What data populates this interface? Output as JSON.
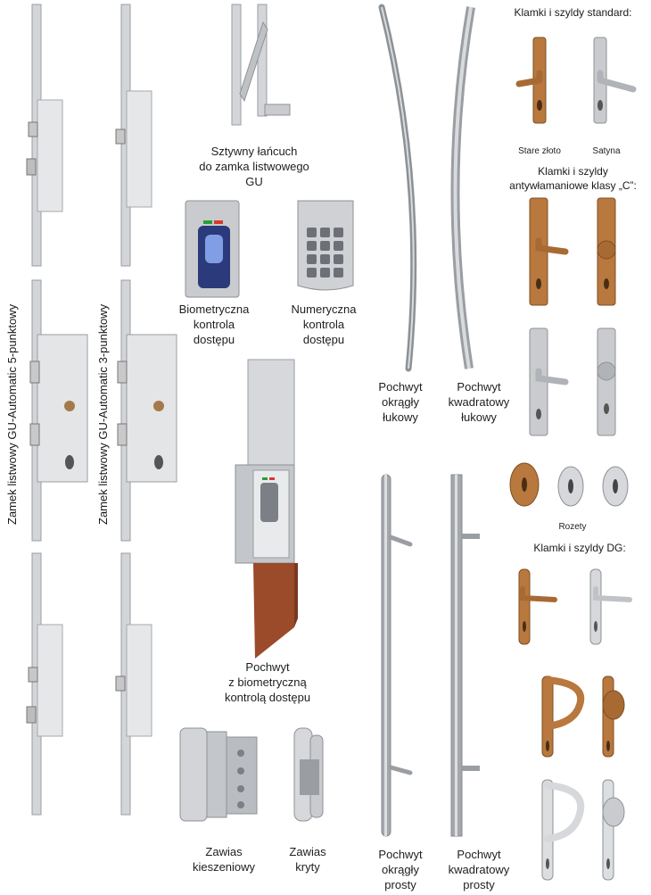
{
  "vertical_labels": {
    "lock5": "Zamek listwowy GU-Automatic 5-punktowy",
    "lock3": "Zamek listwowy GU-Automatic 3-punktowy"
  },
  "chain": [
    "Sztywny łańcuch",
    "do zamka listwowego",
    "GU"
  ],
  "bio": [
    "Biometryczna",
    "kontrola",
    "dostępu"
  ],
  "num": [
    "Numeryczna",
    "kontrola",
    "dostępu"
  ],
  "bio_handle": [
    "Pochwyt",
    "z biometryczną",
    "kontrolą dostępu"
  ],
  "hinge_pocket": [
    "Zawias",
    "kieszeniowy"
  ],
  "hinge_hidden": [
    "Zawias",
    "kryty"
  ],
  "arc_round": [
    "Pochwyt",
    "okrągły",
    "łukowy"
  ],
  "arc_square": [
    "Pochwyt",
    "kwadratowy",
    "łukowy"
  ],
  "straight_round": [
    "Pochwyt",
    "okrągły",
    "prosty"
  ],
  "straight_square": [
    "Pochwyt",
    "kwadratowy",
    "prosty"
  ],
  "std_header": "Klamki i szyldy standard:",
  "std_gold": "Stare złoto",
  "std_satin": "Satyna",
  "c_header": [
    "Klamki i szyldy",
    "antywłamaniowe klasy „C”:"
  ],
  "rozety": "Rozety",
  "dg_header": "Klamki i szyldy DG:",
  "colors": {
    "gold": "#b8783e",
    "silver": "#c9cbce",
    "steel": "#9aa0a6",
    "wood": "#9b4a2a"
  }
}
